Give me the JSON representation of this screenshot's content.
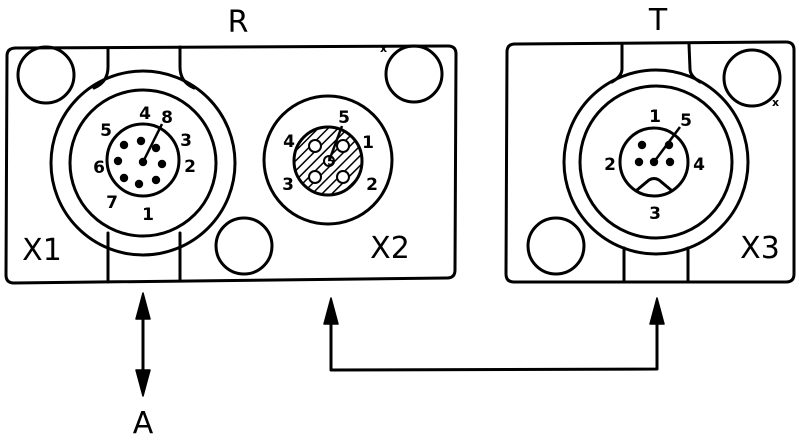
{
  "title_top_left": "R",
  "title_top_right": "T",
  "bottom_label": "A",
  "connectors": {
    "x1": {
      "label": "X1",
      "pins": [
        "1",
        "2",
        "3",
        "4",
        "5",
        "6",
        "7",
        "8"
      ]
    },
    "x2": {
      "label": "X2",
      "pins": [
        "1",
        "2",
        "3",
        "4",
        "5"
      ],
      "center_pin": "5"
    },
    "x3": {
      "label": "X3",
      "pins": [
        "1",
        "2",
        "3",
        "4",
        "5"
      ]
    }
  }
}
